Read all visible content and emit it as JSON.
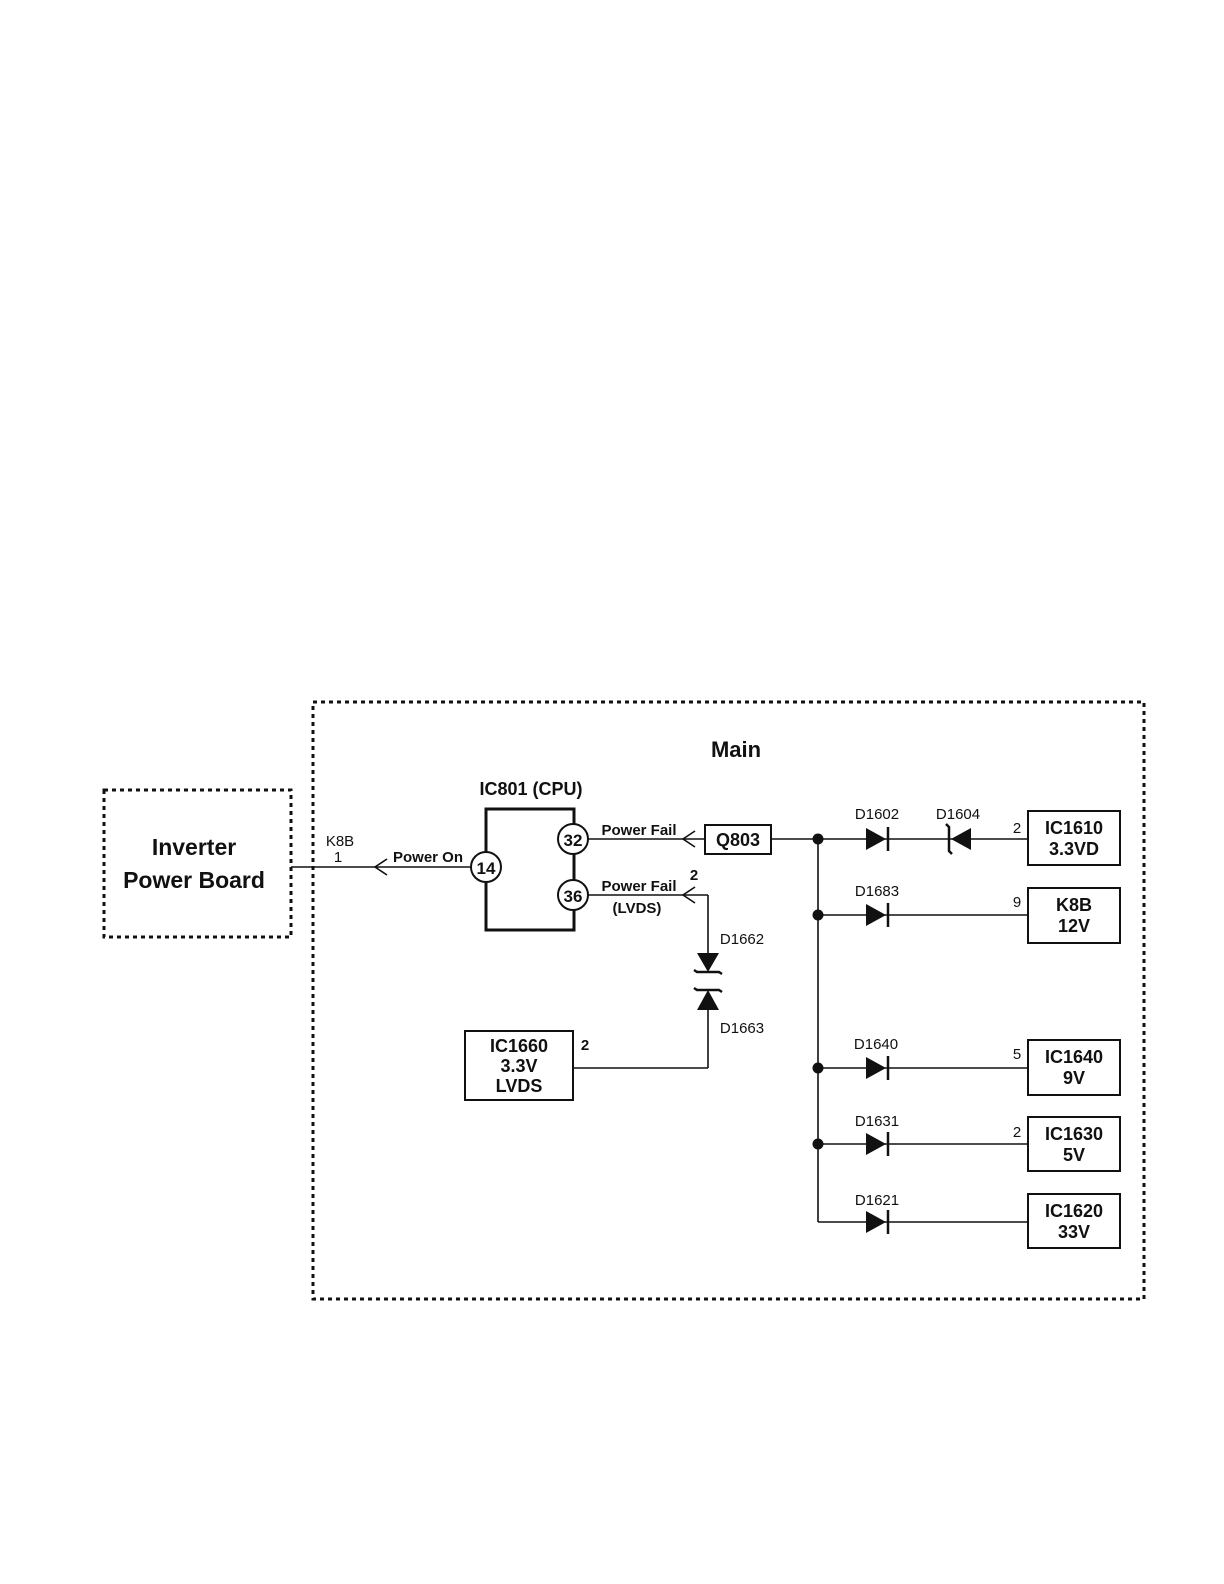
{
  "main_block": {
    "title": "Main"
  },
  "inverter": {
    "line1": "Inverter",
    "line2": "Power Board"
  },
  "connector_left": {
    "name": "K8B",
    "pin": "1"
  },
  "cpu": {
    "title": "IC801 (CPU)",
    "pins": {
      "power_on": "14",
      "power_fail": "32",
      "power_fail_lvds": "36"
    }
  },
  "signals": {
    "power_on": "Power On",
    "power_fail": "Power Fail",
    "power_fail_lvds": "Power Fail",
    "lvds_note": "(LVDS)",
    "lvds_pin": "2"
  },
  "q803": {
    "label": "Q803"
  },
  "diodes": {
    "d1602": "D1602",
    "d1604": "D1604",
    "d1683": "D1683",
    "d1640": "D1640",
    "d1631": "D1631",
    "d1621": "D1621",
    "d1662": "D1662",
    "d1663": "D1663"
  },
  "ic1660": {
    "line1": "IC1660",
    "line2": "3.3V",
    "line3": "LVDS",
    "pin": "2"
  },
  "supplies": [
    {
      "line1": "IC1610",
      "line2": "3.3VD",
      "pin": "2"
    },
    {
      "line1": "K8B",
      "line2": "12V",
      "pin": "9"
    },
    {
      "line1": "IC1640",
      "line2": "9V",
      "pin": "5"
    },
    {
      "line1": "IC1630",
      "line2": "5V",
      "pin": "2"
    },
    {
      "line1": "IC1620",
      "line2": "33V",
      "pin": ""
    }
  ]
}
